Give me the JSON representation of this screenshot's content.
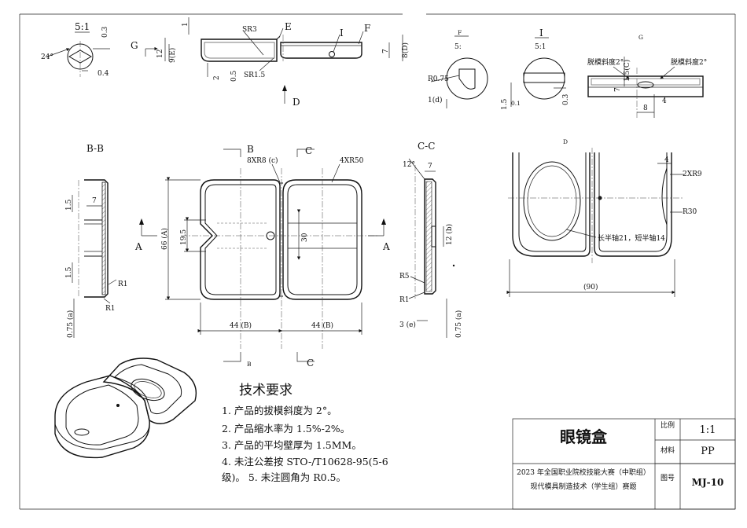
{
  "views": {
    "detail_top_left": {
      "title": "5:1",
      "dim_03": "0.3",
      "dim_04": "0.4",
      "angle": "24°"
    },
    "top_section": {
      "label_g": "G",
      "dim_12": "12",
      "dim_9": "9(E)",
      "dim_1": "1",
      "dim_2": "2",
      "dim_05": "0.5",
      "label_sr3": "SR3",
      "label_sr15": "SR1.5",
      "label_e": "E",
      "label_i": "I",
      "label_f": "F",
      "dim_7": "7",
      "dim_8": "8(D)",
      "label_d": "D"
    },
    "detail_f": {
      "title_letter": "F",
      "title_scale": "5:",
      "r075": "R0.75",
      "dim_1d": "1(d)"
    },
    "detail_i": {
      "title_letter": "I",
      "title_scale": "5:1",
      "dim_15": "1.5",
      "dim_01": "0.1",
      "dim_03": "0.3"
    },
    "detail_g": {
      "title": "G",
      "draft_left": "脱模斜度2°",
      "draft_right": "脱模斜度2°",
      "dim_15c": "1.5(C)",
      "dim_7": "7",
      "dim_8": "8",
      "dim_4": "4"
    },
    "section_bb": {
      "title": "B-B",
      "dim_15a": "1.5",
      "dim_7": "7",
      "dim_15b": "1.5",
      "r1a": "R1",
      "r1b": "R1",
      "dim_075": "0.75 (a)"
    },
    "main_view": {
      "label_b_top": "B",
      "label_c_top": "C",
      "label_8xr8": "8XR8 (c)",
      "label_4xr50": "4XR50",
      "label_a_left": "A",
      "label_a_right": "A",
      "dim_66": "66 (A)",
      "dim_195": "19.5",
      "dim_30": "30",
      "dim_44_left": "44 (B)",
      "dim_44_right": "44 (B)",
      "label_b_bottom": "B",
      "label_c_bottom": "C"
    },
    "section_cc": {
      "title": "C-C",
      "angle": "12°",
      "dim_7": "7",
      "dim_12b": "12 (b)",
      "r5": "R5",
      "r1": "R1",
      "dim_3e": "3 (e)",
      "dim_075": "0.75 (a)"
    },
    "view_d": {
      "title": "D",
      "dim_4": "4",
      "label_2xr9": "2XR9",
      "label_r30": "R30",
      "ellipse_note": "长半轴21，短半轴14",
      "dim_90": "(90)"
    }
  },
  "requirements": {
    "heading": "技术要求",
    "items": [
      "1. 产品的拔模斜度为 2°。",
      "2. 产品缩水率为 1.5%-2%。",
      "3. 产品的平均壁厚为 1.5MM。",
      "4. 未注公差按 STO-/T10628-95(5-6",
      "级)。   5. 未注圆角为 R0.5。"
    ]
  },
  "title_block": {
    "part_name": "眼镜盒",
    "scale_label": "比例",
    "scale_value": "1:1",
    "material_label": "材料",
    "material_value": "PP",
    "contest_line1": "2023 年全国职业院校技能大赛（中职组）",
    "contest_line2": "现代模具制造技术（学生组）赛题",
    "drawing_no_label": "图号",
    "drawing_no_value": "MJ-10"
  }
}
